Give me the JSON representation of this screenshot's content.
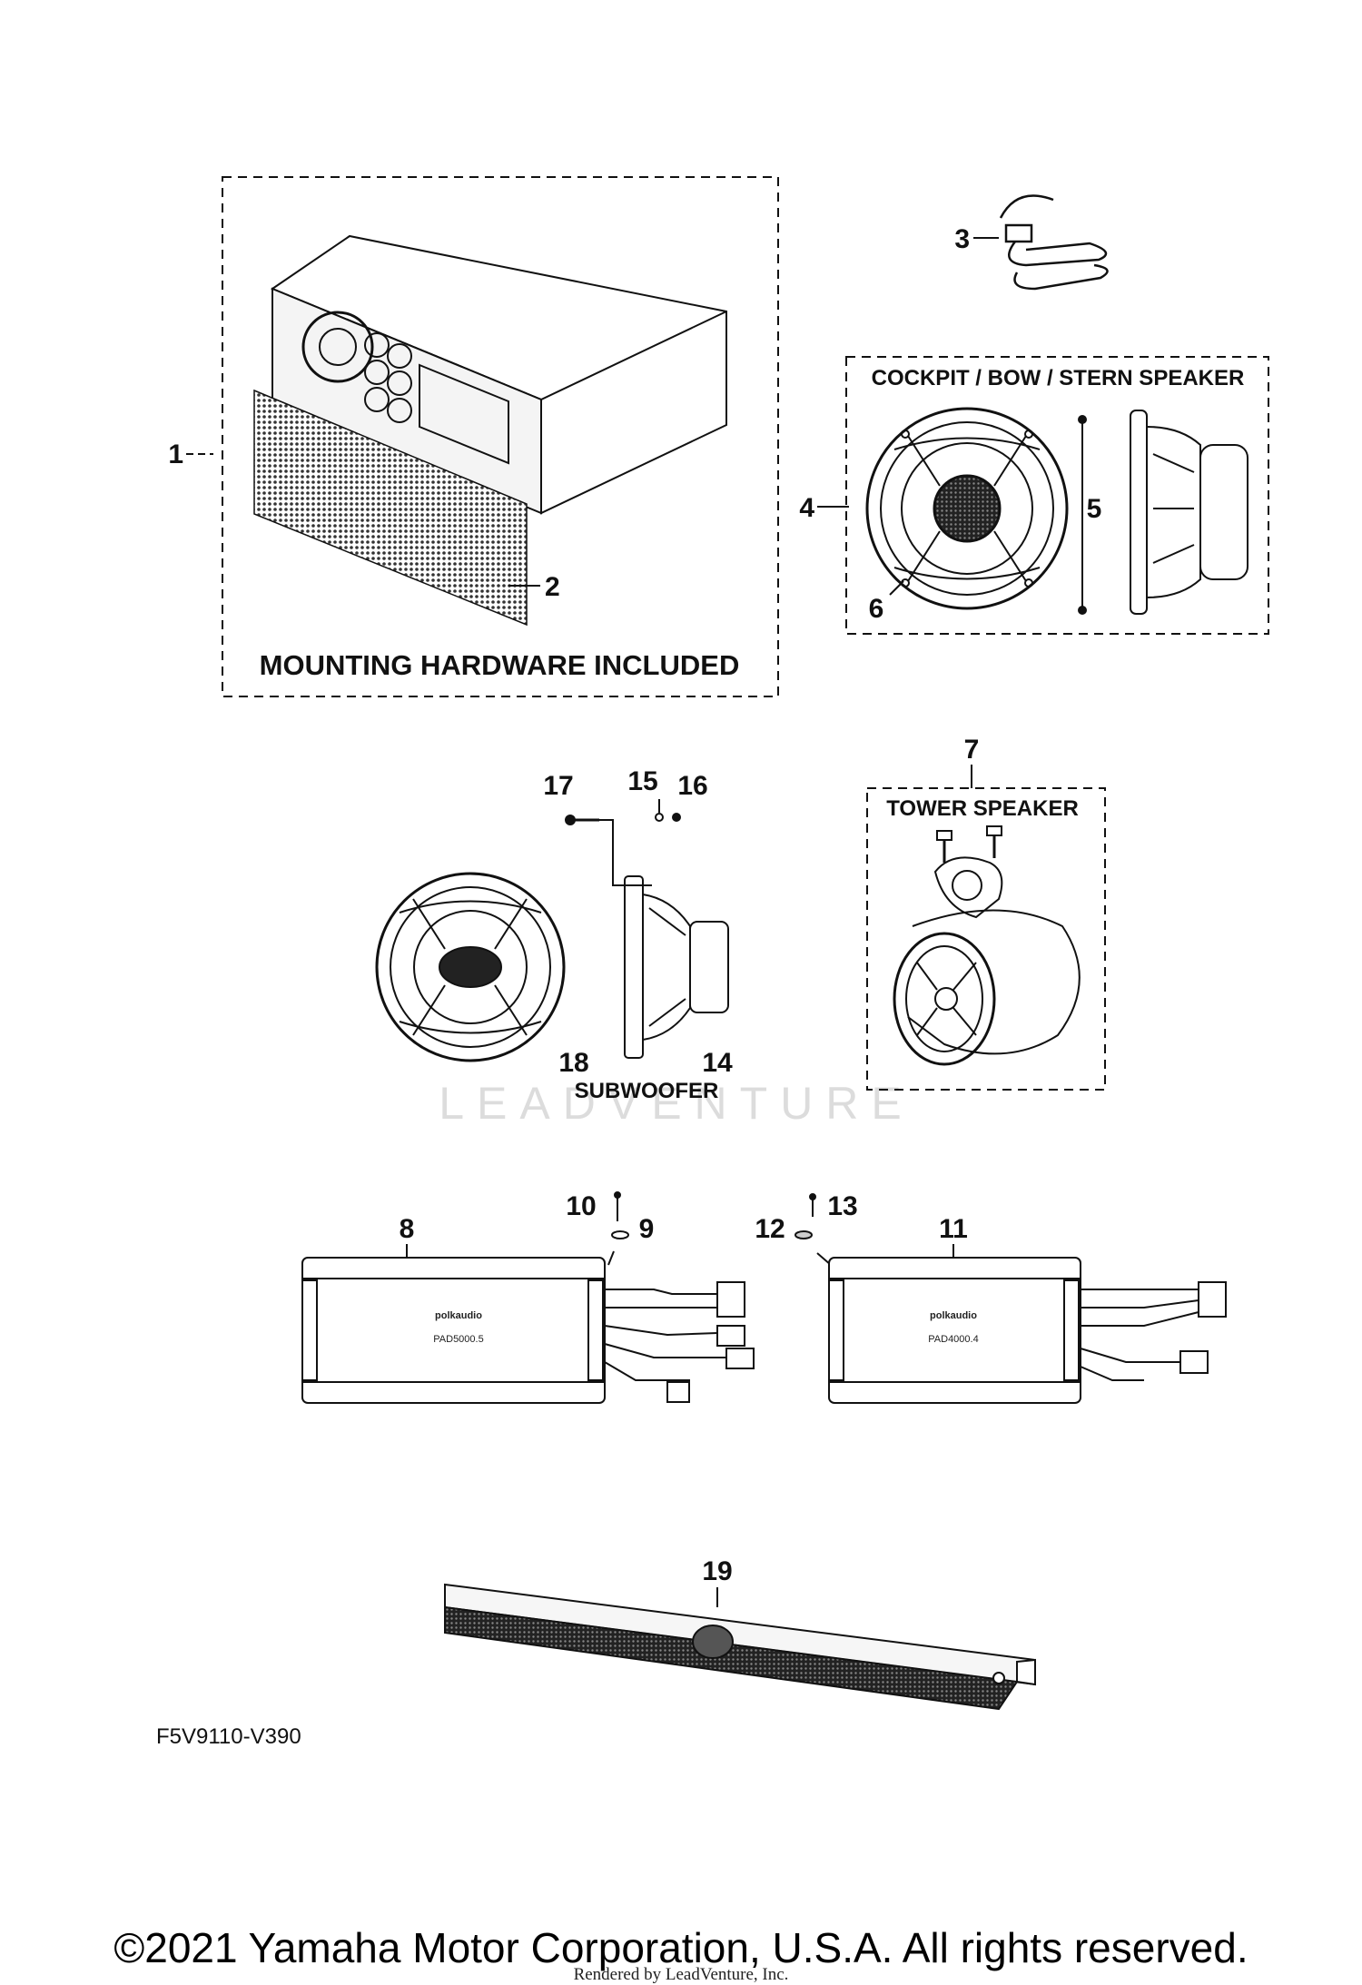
{
  "callouts": {
    "c1": "1",
    "c2": "2",
    "c3": "3",
    "c4": "4",
    "c5": "5",
    "c6": "6",
    "c7": "7",
    "c8": "8",
    "c9": "9",
    "c10": "10",
    "c11": "11",
    "c12": "12",
    "c13": "13",
    "c14": "14",
    "c15": "15",
    "c16": "16",
    "c17": "17",
    "c18": "18",
    "c19": "19"
  },
  "captions": {
    "mounting_hardware": "MOUNTING HARDWARE INCLUDED",
    "cockpit_speaker": "COCKPIT / BOW / STERN SPEAKER",
    "tower_speaker": "TOWER  SPEAKER",
    "subwoofer": "SUBWOOFER"
  },
  "amplifier_labels": {
    "brand": "polkaudio",
    "model_left": "PAD5000.5",
    "model_right": "PAD4000.4"
  },
  "diagram_code": "F5V9110-V390",
  "watermark": "LEADVENTURE",
  "footer": {
    "copyright": "©2021 Yamaha Motor Corporation, U.S.A. All rights reserved.",
    "rendered_by": "Rendered by LeadVenture, Inc."
  }
}
